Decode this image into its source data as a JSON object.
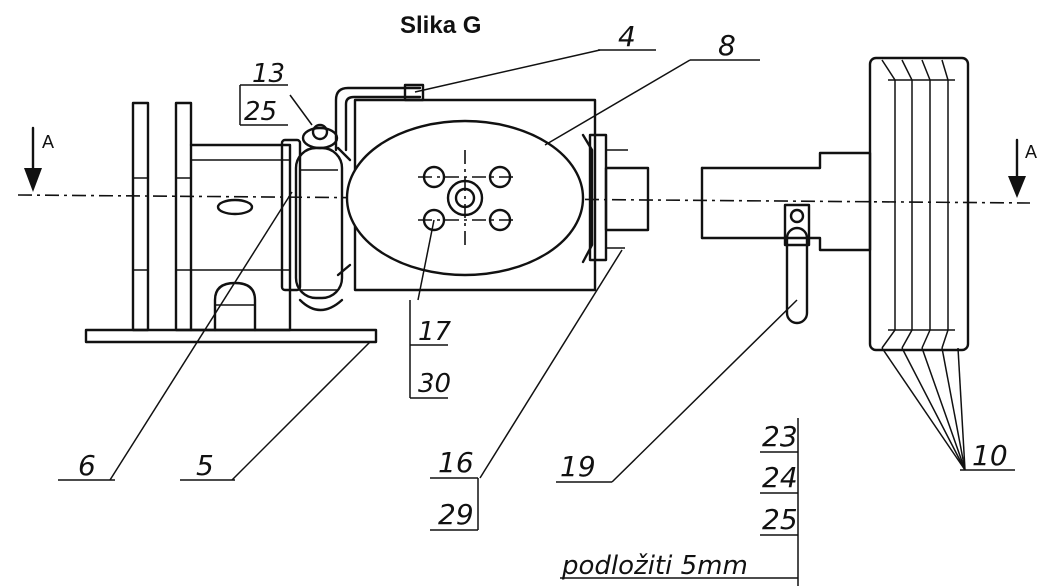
{
  "title": "Slika G",
  "section": {
    "left": "A",
    "right": "A"
  },
  "labels": {
    "l4": "4",
    "l8": "8",
    "l13": "13",
    "l25_top": "25",
    "l6": "6",
    "l5": "5",
    "l17": "17",
    "l30": "30",
    "l16": "16",
    "l29": "29",
    "l19": "19",
    "l10": "10",
    "l23": "23",
    "l24": "24",
    "l25_bottom": "25",
    "note": "podložiti 5mm"
  }
}
